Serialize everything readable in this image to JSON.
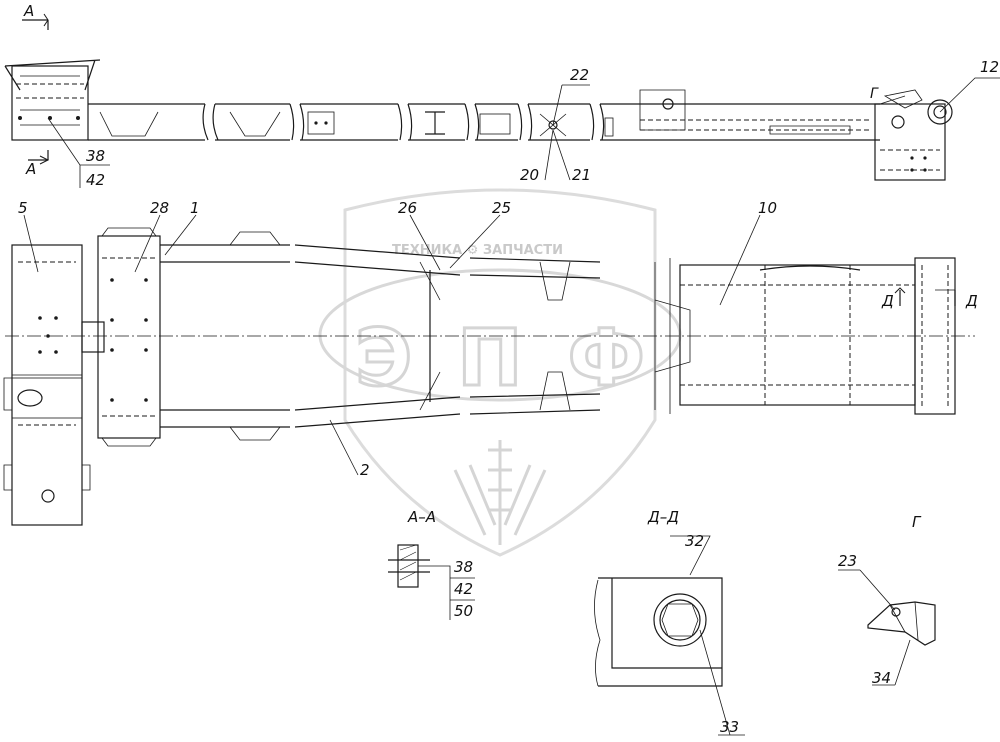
{
  "title": "",
  "watermark": {
    "brand_text": "ТЕХНИКА ⚙ ЗАПЧАСТИ",
    "logo_text": "ЭПФ"
  },
  "section_labels": {
    "a_top": "А",
    "a_bottom": "А",
    "view_aa": "А–А",
    "view_dd": "Д–Д",
    "view_g": "Г",
    "g_mark": "Г",
    "d_left": "Д",
    "d_right": "Д"
  },
  "callouts": {
    "c1": "1",
    "c2": "2",
    "c5": "5",
    "c10": "10",
    "c12": "12",
    "c20": "20",
    "c21": "21",
    "c22": "22",
    "c23": "23",
    "c25": "25",
    "c26": "26",
    "c28": "28",
    "c32": "32",
    "c33": "33",
    "c34": "34",
    "c38_top": "38",
    "c42_top": "42",
    "c38_aa": "38",
    "c42_aa": "42",
    "c50_aa": "50"
  },
  "colors": {
    "line": "#1a1a1a",
    "watermark": "#d5d5d5",
    "background": "#ffffff"
  }
}
